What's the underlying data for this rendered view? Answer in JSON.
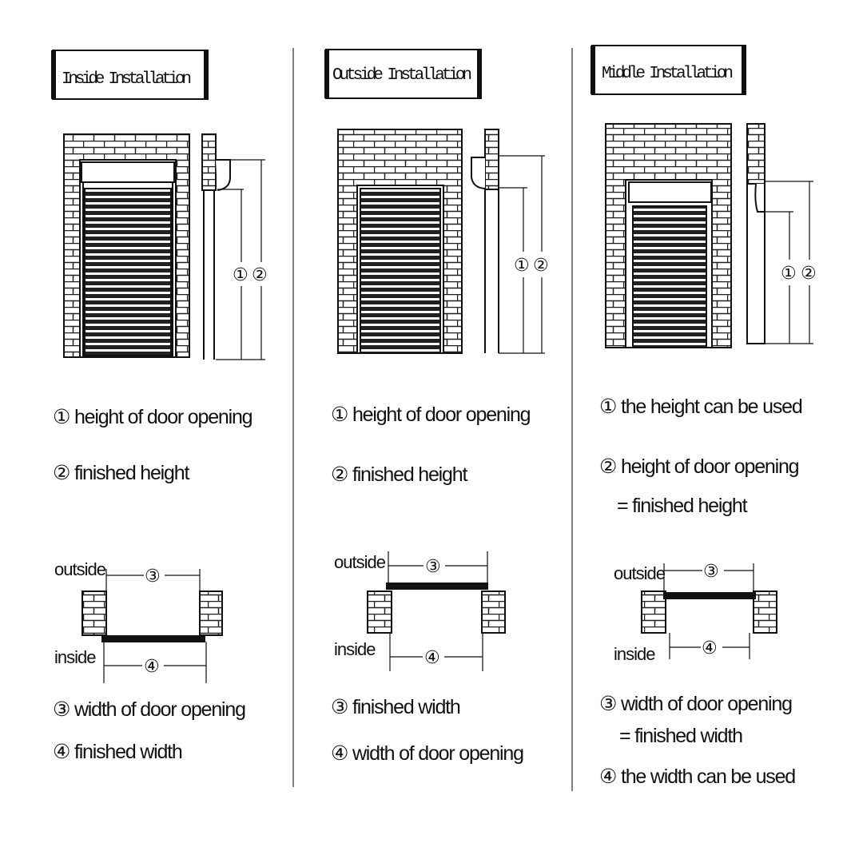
{
  "columns": [
    {
      "title": "Inside Installation",
      "dim_labels": [
        "①",
        "②",
        "③",
        "④"
      ],
      "height_notes": [
        "① height of door opening",
        "② finished height"
      ],
      "plan_labels": {
        "outside": "outside",
        "inside": "inside"
      },
      "width_notes": [
        "③ width of door opening",
        "④ finished width"
      ]
    },
    {
      "title": "Outside Installation",
      "dim_labels": [
        "①",
        "②",
        "③",
        "④"
      ],
      "height_notes": [
        "① height of door opening",
        "② finished height"
      ],
      "plan_labels": {
        "outside": "outside",
        "inside": "inside"
      },
      "width_notes": [
        "③ finished width",
        "④ width of door opening"
      ]
    },
    {
      "title": "Middle Installation",
      "dim_labels": [
        "①",
        "②",
        "③",
        "④"
      ],
      "height_notes": [
        "① the height can be used",
        "② height of door opening",
        "= finished height"
      ],
      "plan_labels": {
        "outside": "outside",
        "inside": "inside"
      },
      "width_notes": [
        "③ width of door opening",
        "= finished width",
        "④ the width can be used"
      ]
    }
  ]
}
